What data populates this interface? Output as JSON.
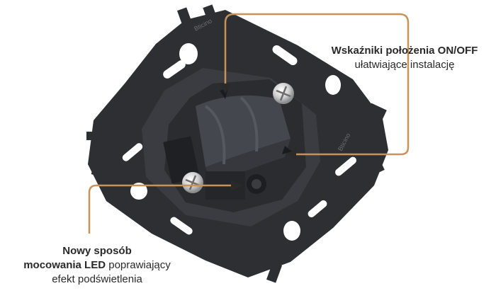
{
  "callouts": {
    "top": {
      "bold": "Wskaźniki położenia ON/OFF",
      "text": "ułatwiające instalację"
    },
    "bottom": {
      "bold_line1": "Nowy sposób",
      "bold_line2": "mocowania LED",
      "text_line2": " poprawiający",
      "text_line3": "efekt podświetlenia"
    }
  },
  "frame_markings": {
    "top_mark": "Bticino",
    "side_mark": "Bticino"
  },
  "colors": {
    "callout_line": "#c8935a",
    "mechanism_dark": "#2e2f33",
    "mechanism_mid": "#3d3f44",
    "mechanism_light": "#55585e",
    "screw": "#d9d9d9",
    "text": "#2a2a2a"
  }
}
